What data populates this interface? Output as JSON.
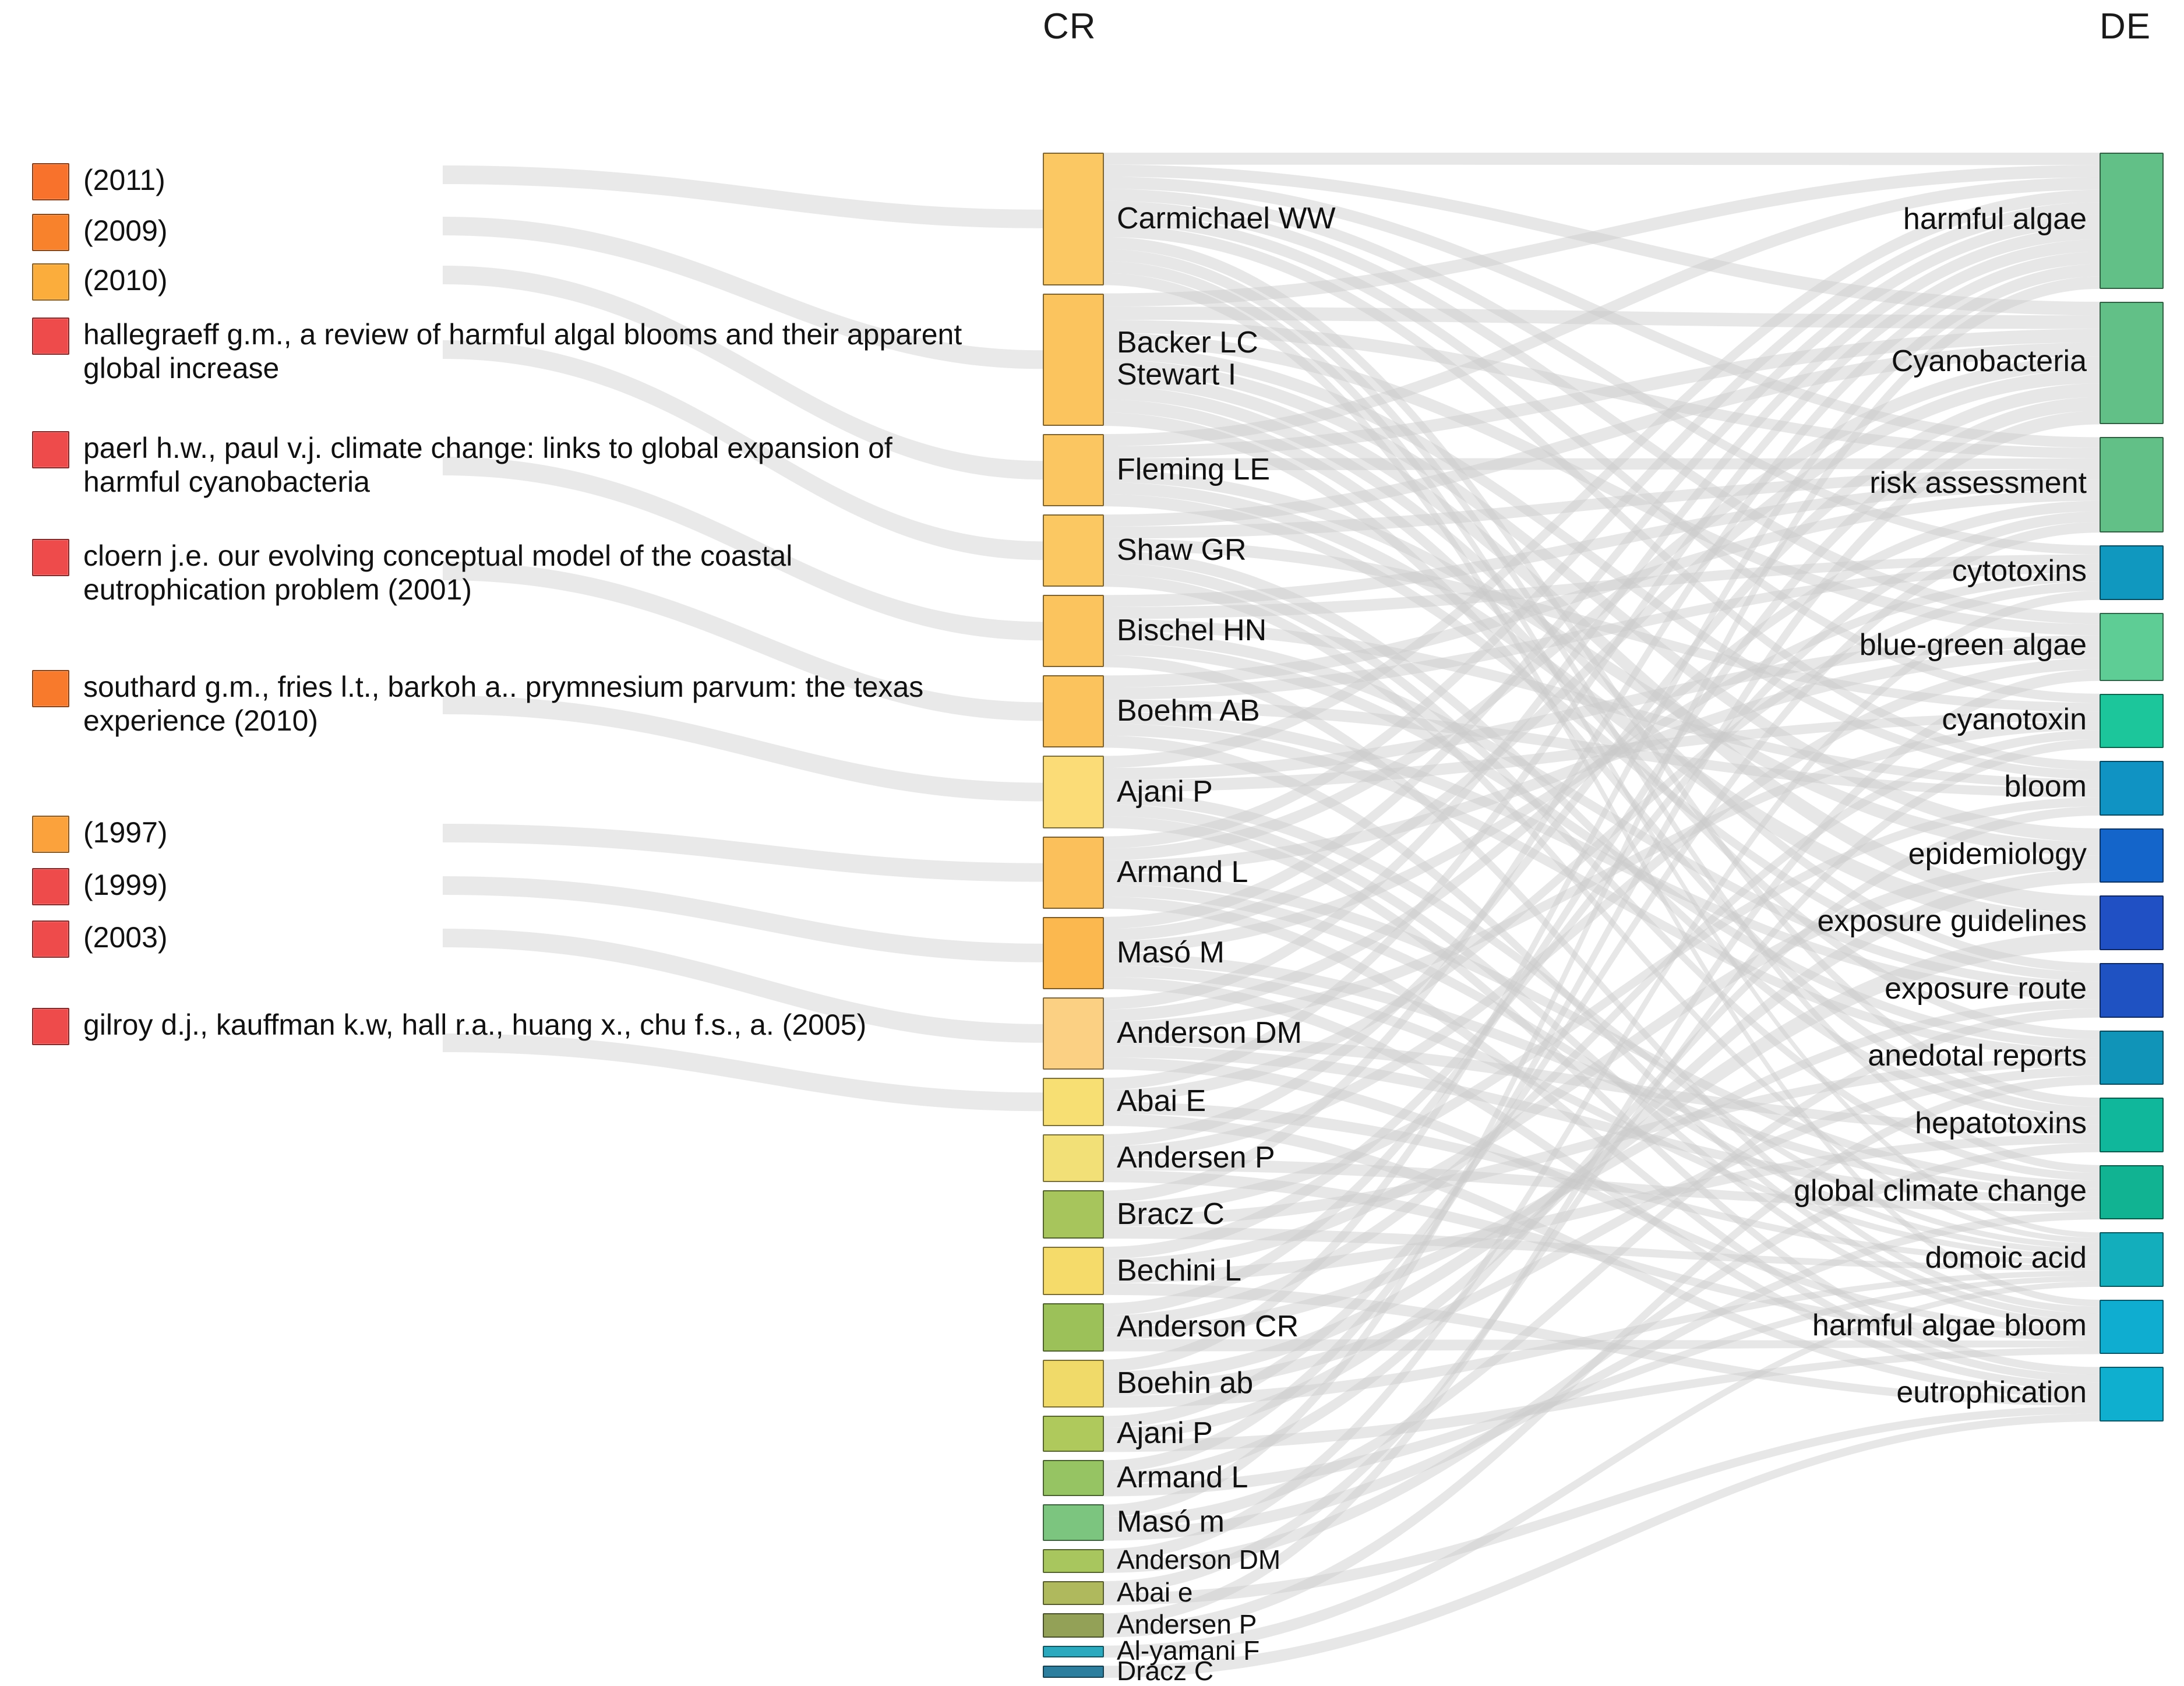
{
  "headers": {
    "cr": "CR",
    "de": "DE"
  },
  "legend": {
    "items": [
      {
        "label": "(2011)",
        "color": "#F8722C"
      },
      {
        "label": "(2009)",
        "color": "#F8822C"
      },
      {
        "label": "(2010)",
        "color": "#FBAD3C"
      },
      {
        "label": "hallegraeff g.m., a review of harmful algal blooms and their apparent global increase",
        "color": "#EE4B4B"
      },
      {
        "label": "paerl h.w., paul v.j. climate change: links to global expansion of harmful cyanobacteria",
        "color": "#EE4B4B"
      },
      {
        "label": "cloern j.e. our evolving conceptual model of the coastal eutrophication problem (2001)",
        "color": "#EE4B4B"
      },
      {
        "label": "southard g.m., fries l.t., barkoh a.. prymnesium parvum: the texas experience (2010)",
        "color": "#F87A2C"
      },
      {
        "label": "(1997)",
        "color": "#FBA23C"
      },
      {
        "label": "(1999)",
        "color": "#EE4B4B"
      },
      {
        "label": "(2003)",
        "color": "#EE4B4B"
      },
      {
        "label": "gilroy d.j., kauffman k.w, hall r.a., huang x., chu f.s., a. (2005)",
        "color": "#EE4B4B"
      }
    ]
  },
  "chart_data": {
    "type": "sankey",
    "title": "",
    "columns": [
      "CR",
      "DE"
    ],
    "cr_nodes": [
      {
        "label": "Carmichael WW",
        "value": 11,
        "color": "#FBC863"
      },
      {
        "label": "Backer LC\nStewart I",
        "value": 11,
        "color": "#FBC45E"
      },
      {
        "label": "Fleming LE",
        "value": 6,
        "color": "#FBC661"
      },
      {
        "label": "Shaw GR",
        "value": 6,
        "color": "#FBC862"
      },
      {
        "label": "Bischel HN",
        "value": 6,
        "color": "#FBC45E"
      },
      {
        "label": "Boehm AB",
        "value": 6,
        "color": "#FBC35D"
      },
      {
        "label": "Ajani P",
        "value": 6,
        "color": "#FBDC77"
      },
      {
        "label": "Armand L",
        "value": 6,
        "color": "#FBC05B"
      },
      {
        "label": "Masó M",
        "value": 6,
        "color": "#FBB84F"
      },
      {
        "label": "Anderson DM",
        "value": 6,
        "color": "#FBD083"
      },
      {
        "label": "Abai E",
        "value": 4,
        "color": "#F7DF73"
      },
      {
        "label": "Andersen P",
        "value": 4,
        "color": "#F2E077"
      },
      {
        "label": "Bracz C",
        "value": 4,
        "color": "#A7C55C"
      },
      {
        "label": "Bechini L",
        "value": 4,
        "color": "#F5DB6A"
      },
      {
        "label": "Anderson CR",
        "value": 4,
        "color": "#9CC159"
      },
      {
        "label": "Boehin ab",
        "value": 4,
        "color": "#F0DA69"
      },
      {
        "label": "Ajani P",
        "value": 3,
        "color": "#AFC95C"
      },
      {
        "label": "Armand L",
        "value": 3,
        "color": "#96C463"
      },
      {
        "label": "Masó m",
        "value": 3,
        "color": "#7CC57F"
      },
      {
        "label": "Anderson DM",
        "value": 2,
        "color": "#A8C65E"
      },
      {
        "label": "Abai e",
        "value": 2,
        "color": "#AFB95D"
      },
      {
        "label": "Andersen P",
        "value": 2,
        "color": "#93A157"
      },
      {
        "label": "Al-yamani F",
        "value": 1,
        "color": "#2BA9BE"
      },
      {
        "label": "Dracz C",
        "value": 1,
        "color": "#2C7E9E"
      }
    ],
    "de_nodes": [
      {
        "label": "harmful algae",
        "value": 10,
        "color": "#62C087"
      },
      {
        "label": "Cyanobacteria",
        "value": 9,
        "color": "#62C087"
      },
      {
        "label": "risk assessment",
        "value": 7,
        "color": "#62C087"
      },
      {
        "label": "cytotoxins",
        "value": 4,
        "color": "#1098BF"
      },
      {
        "label": "blue-green algae",
        "value": 5,
        "color": "#5ECD95"
      },
      {
        "label": "cyanotoxin",
        "value": 4,
        "color": "#1CC69B"
      },
      {
        "label": "bloom",
        "value": 4,
        "color": "#1093C3"
      },
      {
        "label": "epidemiology",
        "value": 4,
        "color": "#1465CA"
      },
      {
        "label": "exposure guidelines",
        "value": 4,
        "color": "#2050C4"
      },
      {
        "label": "exposure route",
        "value": 4,
        "color": "#1F52C2"
      },
      {
        "label": "anedotal reports",
        "value": 4,
        "color": "#1094B8"
      },
      {
        "label": "hepatotoxins",
        "value": 4,
        "color": "#10B79B"
      },
      {
        "label": "global climate change",
        "value": 4,
        "color": "#11B392"
      },
      {
        "label": "domoic acid",
        "value": 4,
        "color": "#13AEBC"
      },
      {
        "label": "harmful algae bloom",
        "value": 4,
        "color": "#0FADD0"
      },
      {
        "label": "eutrophication",
        "value": 4,
        "color": "#0FAFCF"
      }
    ],
    "flow_color": "#C9C9C9",
    "links": [
      {
        "source": 0,
        "target": 0
      },
      {
        "source": 0,
        "target": 1
      },
      {
        "source": 0,
        "target": 2
      },
      {
        "source": 0,
        "target": 3
      },
      {
        "source": 0,
        "target": 4
      },
      {
        "source": 0,
        "target": 5
      },
      {
        "source": 0,
        "target": 6
      },
      {
        "source": 0,
        "target": 11
      },
      {
        "source": 0,
        "target": 12
      },
      {
        "source": 0,
        "target": 13
      },
      {
        "source": 0,
        "target": 14
      },
      {
        "source": 1,
        "target": 0
      },
      {
        "source": 1,
        "target": 1
      },
      {
        "source": 1,
        "target": 2
      },
      {
        "source": 1,
        "target": 4
      },
      {
        "source": 1,
        "target": 6
      },
      {
        "source": 1,
        "target": 7
      },
      {
        "source": 1,
        "target": 8
      },
      {
        "source": 1,
        "target": 9
      },
      {
        "source": 1,
        "target": 10
      },
      {
        "source": 1,
        "target": 11
      },
      {
        "source": 2,
        "target": 0
      },
      {
        "source": 2,
        "target": 1
      },
      {
        "source": 2,
        "target": 2
      },
      {
        "source": 2,
        "target": 7
      },
      {
        "source": 2,
        "target": 8
      },
      {
        "source": 2,
        "target": 9
      },
      {
        "source": 3,
        "target": 1
      },
      {
        "source": 3,
        "target": 2
      },
      {
        "source": 3,
        "target": 5
      },
      {
        "source": 3,
        "target": 11
      },
      {
        "source": 3,
        "target": 12
      },
      {
        "source": 3,
        "target": 13
      },
      {
        "source": 4,
        "target": 2
      },
      {
        "source": 4,
        "target": 3
      },
      {
        "source": 4,
        "target": 6
      },
      {
        "source": 4,
        "target": 9
      },
      {
        "source": 4,
        "target": 10
      },
      {
        "source": 4,
        "target": 14
      },
      {
        "source": 5,
        "target": 2
      },
      {
        "source": 5,
        "target": 3
      },
      {
        "source": 5,
        "target": 6
      },
      {
        "source": 5,
        "target": 9
      },
      {
        "source": 5,
        "target": 10
      },
      {
        "source": 5,
        "target": 14
      },
      {
        "source": 6,
        "target": 0
      },
      {
        "source": 6,
        "target": 4
      },
      {
        "source": 6,
        "target": 5
      },
      {
        "source": 6,
        "target": 13
      },
      {
        "source": 6,
        "target": 14
      },
      {
        "source": 6,
        "target": 15
      },
      {
        "source": 7,
        "target": 0
      },
      {
        "source": 7,
        "target": 1
      },
      {
        "source": 7,
        "target": 4
      },
      {
        "source": 7,
        "target": 12
      },
      {
        "source": 7,
        "target": 13
      },
      {
        "source": 7,
        "target": 15
      },
      {
        "source": 8,
        "target": 0
      },
      {
        "source": 8,
        "target": 1
      },
      {
        "source": 8,
        "target": 3
      },
      {
        "source": 8,
        "target": 12
      },
      {
        "source": 8,
        "target": 13
      },
      {
        "source": 8,
        "target": 15
      },
      {
        "source": 9,
        "target": 0
      },
      {
        "source": 9,
        "target": 2
      },
      {
        "source": 9,
        "target": 5
      },
      {
        "source": 9,
        "target": 11
      },
      {
        "source": 9,
        "target": 12
      },
      {
        "source": 9,
        "target": 14
      },
      {
        "source": 10,
        "target": 0
      },
      {
        "source": 10,
        "target": 3
      },
      {
        "source": 10,
        "target": 13
      },
      {
        "source": 10,
        "target": 15
      },
      {
        "source": 11,
        "target": 1
      },
      {
        "source": 11,
        "target": 4
      },
      {
        "source": 11,
        "target": 12
      },
      {
        "source": 11,
        "target": 14
      },
      {
        "source": 12,
        "target": 0
      },
      {
        "source": 12,
        "target": 6
      },
      {
        "source": 12,
        "target": 10
      },
      {
        "source": 12,
        "target": 13
      },
      {
        "source": 13,
        "target": 2
      },
      {
        "source": 13,
        "target": 7
      },
      {
        "source": 13,
        "target": 11
      },
      {
        "source": 13,
        "target": 15
      },
      {
        "source": 14,
        "target": 1
      },
      {
        "source": 14,
        "target": 5
      },
      {
        "source": 14,
        "target": 9
      },
      {
        "source": 14,
        "target": 14
      },
      {
        "source": 15,
        "target": 0
      },
      {
        "source": 15,
        "target": 8
      },
      {
        "source": 15,
        "target": 10
      },
      {
        "source": 15,
        "target": 13
      },
      {
        "source": 16,
        "target": 2
      },
      {
        "source": 16,
        "target": 7
      },
      {
        "source": 16,
        "target": 14
      },
      {
        "source": 17,
        "target": 1
      },
      {
        "source": 17,
        "target": 6
      },
      {
        "source": 17,
        "target": 13
      },
      {
        "source": 18,
        "target": 0
      },
      {
        "source": 18,
        "target": 9
      },
      {
        "source": 18,
        "target": 12
      },
      {
        "source": 19,
        "target": 3
      },
      {
        "source": 19,
        "target": 11
      },
      {
        "source": 20,
        "target": 5
      },
      {
        "source": 20,
        "target": 15
      },
      {
        "source": 21,
        "target": 4
      },
      {
        "source": 21,
        "target": 10
      },
      {
        "source": 22,
        "target": 13
      },
      {
        "source": 23,
        "target": 15
      }
    ]
  }
}
